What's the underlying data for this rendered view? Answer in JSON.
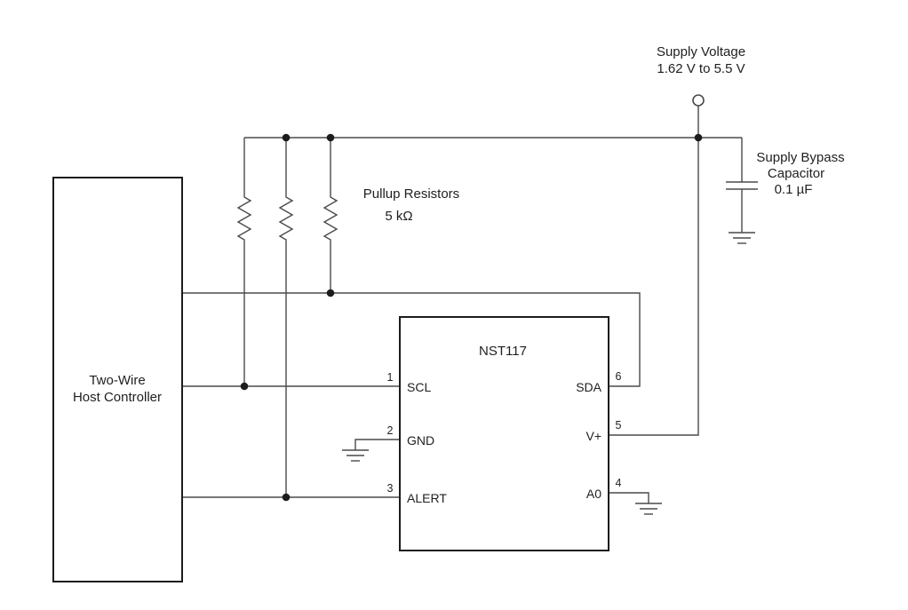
{
  "labels": {
    "supply_title": "Supply Voltage",
    "supply_range": "1.62 V to 5.5 V",
    "bypass_line1": "Supply Bypass",
    "bypass_line2": "Capacitor",
    "bypass_line3": "0.1 µF",
    "pullup_line1": "Pullup Resistors",
    "pullup_line2": "5 kΩ",
    "host_line1": "Two-Wire",
    "host_line2": "Host Controller",
    "chip_name": "NST117"
  },
  "pins": {
    "scl": {
      "num": "1",
      "label": "SCL"
    },
    "gnd": {
      "num": "2",
      "label": "GND"
    },
    "alert": {
      "num": "3",
      "label": "ALERT"
    },
    "sda": {
      "num": "6",
      "label": "SDA"
    },
    "vplus": {
      "num": "5",
      "label": "V+"
    },
    "a0": {
      "num": "4",
      "label": "A0"
    }
  },
  "colors": {
    "wire": "#4a4a4a",
    "text": "#1f1f1f",
    "background": "#ffffff"
  }
}
